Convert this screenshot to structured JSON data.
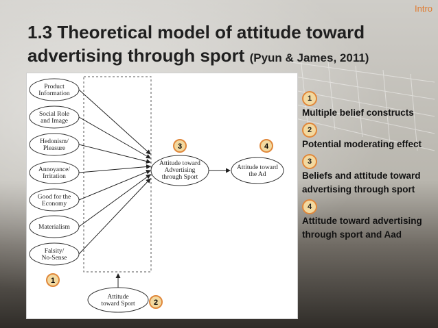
{
  "slide": {
    "corner_label": "Intro",
    "title_main": "1.3 Theoretical model of attitude toward advertising through sport",
    "title_citation": "(Pyun & James, 2011)"
  },
  "diagram": {
    "beliefs": [
      "Product Information",
      "Social Role and Image",
      "Hedonism/ Pleasure",
      "Annoyance/ Irritation",
      "Good for the Economy",
      "Materialism",
      "Falsity/ No-Sense"
    ],
    "center_node": "Attitude toward Advertising through Sport",
    "right_node": "Attitude toward the Ad",
    "bottom_node": "Attitude toward Sport",
    "markers": [
      "1",
      "2",
      "3",
      "4"
    ]
  },
  "legend": [
    {
      "num": "1",
      "text": "Multiple belief constructs"
    },
    {
      "num": "2",
      "text": "Potential moderating effect"
    },
    {
      "num": "3",
      "text": "Beliefs and attitude toward advertising through sport"
    },
    {
      "num": "4",
      "text": "Attitude toward advertising through sport and Aad"
    }
  ],
  "colors": {
    "accent_orange": "#e0873a",
    "badge_fill": "#f2d9a0",
    "title": "#1f1f1f"
  }
}
